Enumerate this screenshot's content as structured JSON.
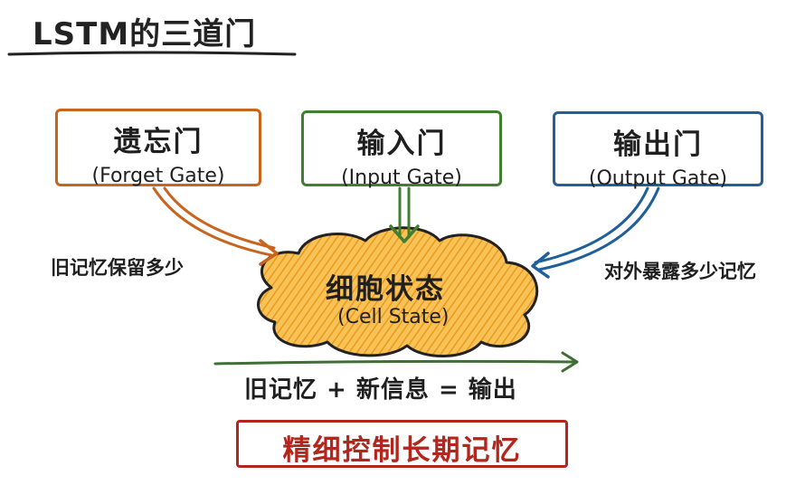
{
  "title": "LSTM的三道门",
  "gates": [
    {
      "zh": "遗忘门",
      "en": "(Forget Gate)",
      "color": "#c8641e"
    },
    {
      "zh": "输入门",
      "en": "(Input Gate)",
      "color": "#3f7f2f"
    },
    {
      "zh": "输出门",
      "en": "(Output Gate)",
      "color": "#1f5f9a"
    }
  ],
  "labels": {
    "forget_effect": "旧记忆保留多少",
    "output_effect": "对外暴露多少记忆"
  },
  "cell_state": {
    "zh": "细胞状态",
    "en": "(Cell State)",
    "fill": "#f6b83a"
  },
  "formula": "旧记忆 + 新信息 = 输出",
  "summary": {
    "text": "精细控制长期记忆",
    "color": "#b3261e"
  }
}
